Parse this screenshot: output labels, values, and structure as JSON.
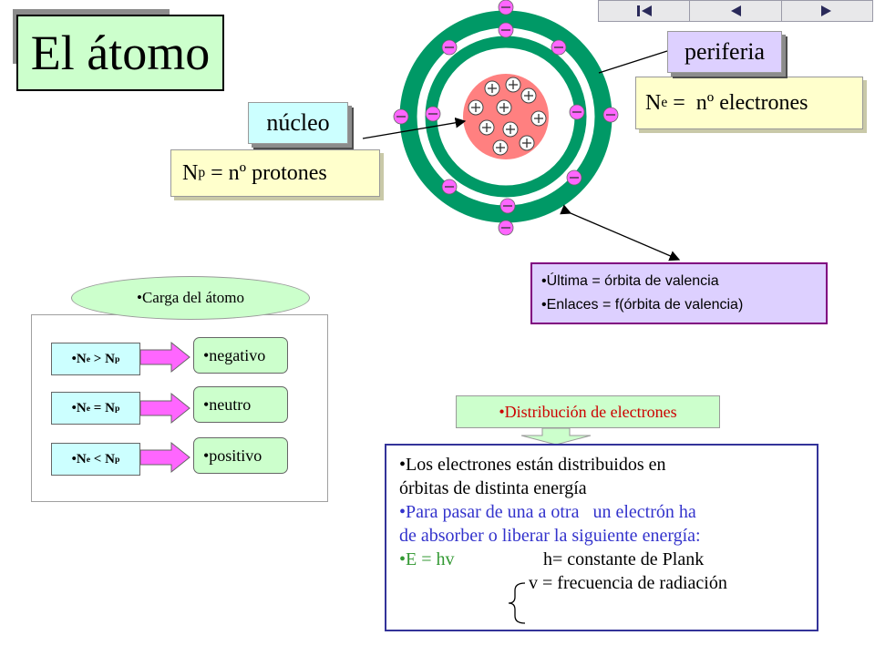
{
  "slide": {
    "title": "El átomo",
    "labels": {
      "nucleus": "núcleo",
      "periphery": "periferia"
    },
    "callouts": {
      "protons_sym": "N",
      "protons_sub": "p",
      "protons_text": " = nº protones",
      "electrons_sym": "N",
      "electrons_sub": "e",
      "electrons_text": " =  nº electrones"
    },
    "valence": {
      "line1": "•Última = órbita de valencia",
      "line2": "•Enlaces = f(órbita de valencia)"
    },
    "charge": {
      "title": "•Carga del átomo",
      "rows": [
        {
          "pre": "•N",
          "s1": "e",
          "op": " > N",
          "s2": "p",
          "result": "•negativo"
        },
        {
          "pre": "•N",
          "s1": "e",
          "op": " = N",
          "s2": "p",
          "result": "•neutro"
        },
        {
          "pre": "•N",
          "s1": "e",
          "op": " < N",
          "s2": "p",
          "result": "•positivo"
        }
      ]
    },
    "distribution": {
      "title": "•Distribución de electrones",
      "line1": "•Los electrones están distribuidos en",
      "line2": "órbitas de distinta energía",
      "line3": "•Para pasar de una a otra   un electrón ha",
      "line4": "de absorber o liberar la siguiente energía:",
      "line5": "•E = hv",
      "line6": "h= constante de Plank",
      "line7": "v = frecuencia de radiación"
    },
    "colors": {
      "orbit": "#009966",
      "nucleus": "#ff8080",
      "electron": "#ff66ff",
      "valence_border": "#800080"
    },
    "icons": [
      "first-slide-icon",
      "previous-slide-icon",
      "next-slide-icon"
    ]
  }
}
